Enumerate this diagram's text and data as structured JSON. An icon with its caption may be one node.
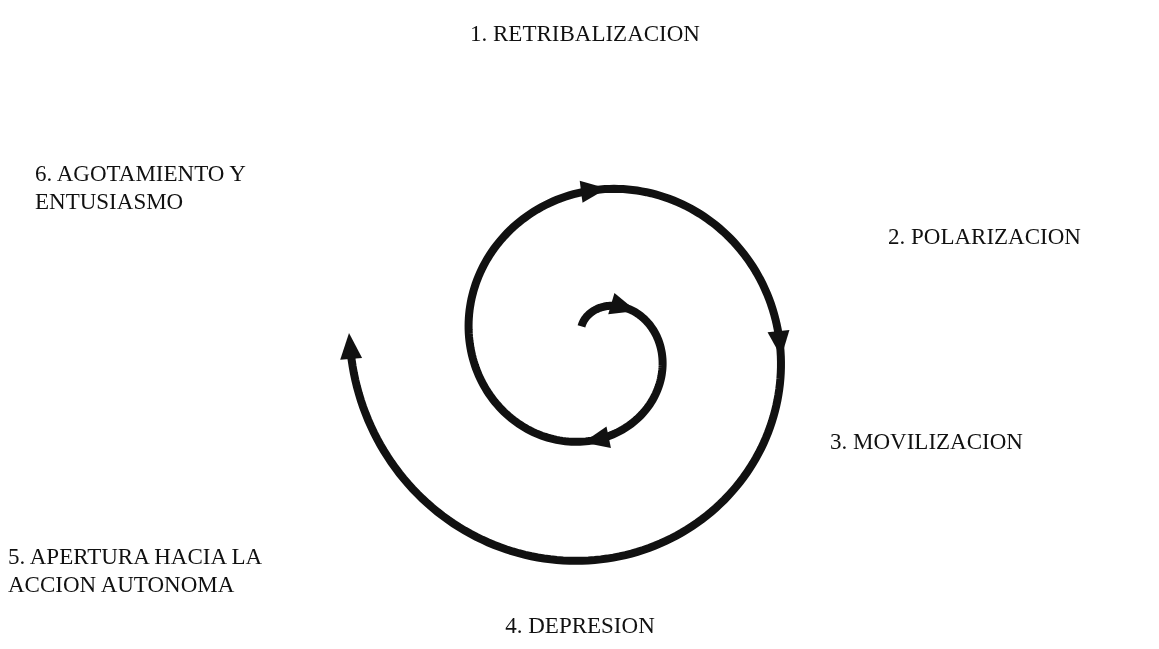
{
  "diagram": {
    "labels": [
      "1. RETRIBALIZACION",
      "6. AGOTAMIENTO Y ENTUSIASMO",
      "2. POLARIZACION",
      "3. MOVILIZACION",
      "5. APERTURA HACIA LA ACCION AUTONOMA",
      "4. DEPRESION"
    ]
  }
}
